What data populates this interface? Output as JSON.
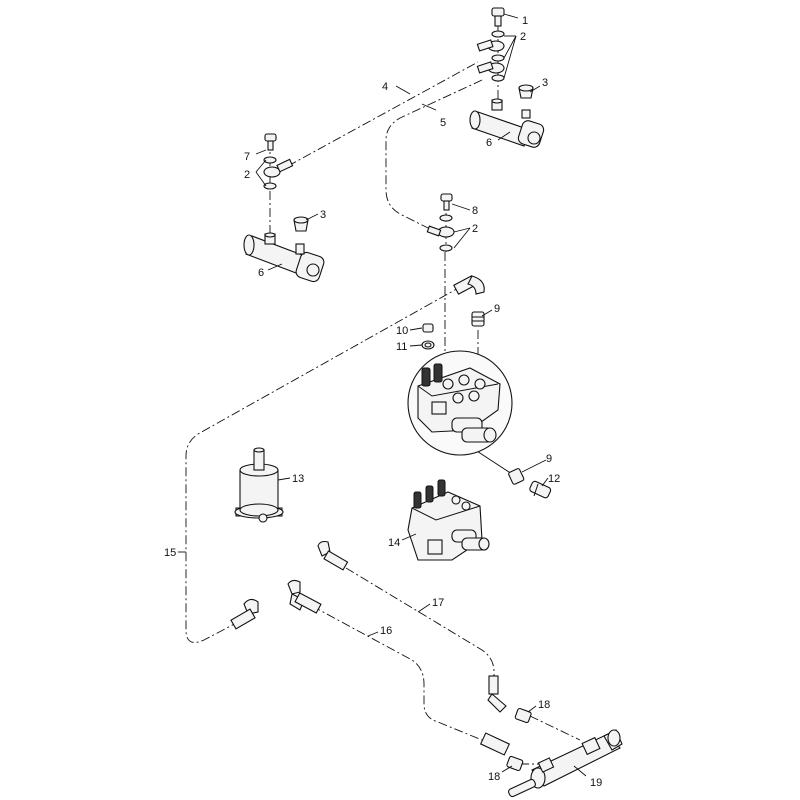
{
  "callouts": {
    "c1": "1",
    "c2a": "2",
    "c2b": "2",
    "c2c": "2",
    "c3a": "3",
    "c3b": "3",
    "c4": "4",
    "c5": "5",
    "c6a": "6",
    "c6b": "6",
    "c7": "7",
    "c8": "8",
    "c9a": "9",
    "c9b": "9",
    "c10": "10",
    "c11": "11",
    "c12": "12",
    "c13": "13",
    "c14": "14",
    "c15": "15",
    "c16": "16",
    "c17": "17",
    "c18a": "18",
    "c18b": "18",
    "c19": "19"
  }
}
